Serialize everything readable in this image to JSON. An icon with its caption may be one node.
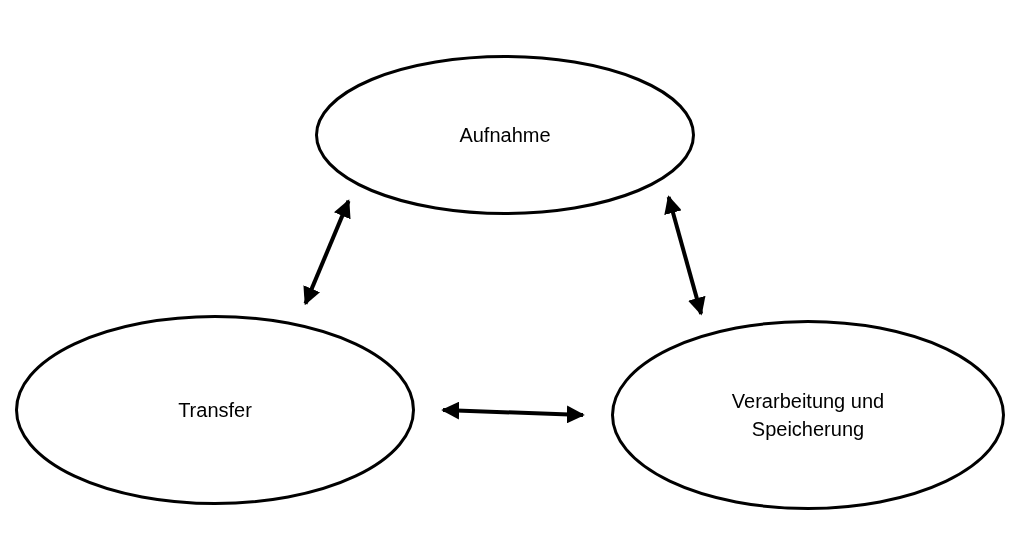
{
  "diagram": {
    "nodes": [
      {
        "text": [
          "Aufnahme"
        ]
      },
      {
        "text": [
          "Transfer"
        ]
      },
      {
        "text": [
          "Verarbeitung und Speicherung"
        ]
      }
    ],
    "edges": [
      {
        "from": 0,
        "to": 1,
        "arrow": "both"
      },
      {
        "from": 0,
        "to": 2,
        "arrow": "both"
      },
      {
        "from": 1,
        "to": 2,
        "arrow": "both"
      }
    ]
  }
}
